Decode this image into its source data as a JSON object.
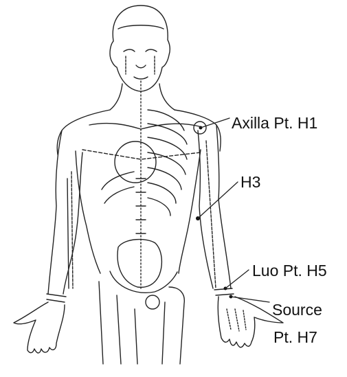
{
  "labels": {
    "axilla": "Axilla Pt. H1",
    "h3": "H3",
    "luo": "Luo Pt. H5",
    "source_line1": "Source",
    "source_line2": "Pt.  H7"
  },
  "colors": {
    "stroke": "#222222",
    "background": "#ffffff"
  }
}
